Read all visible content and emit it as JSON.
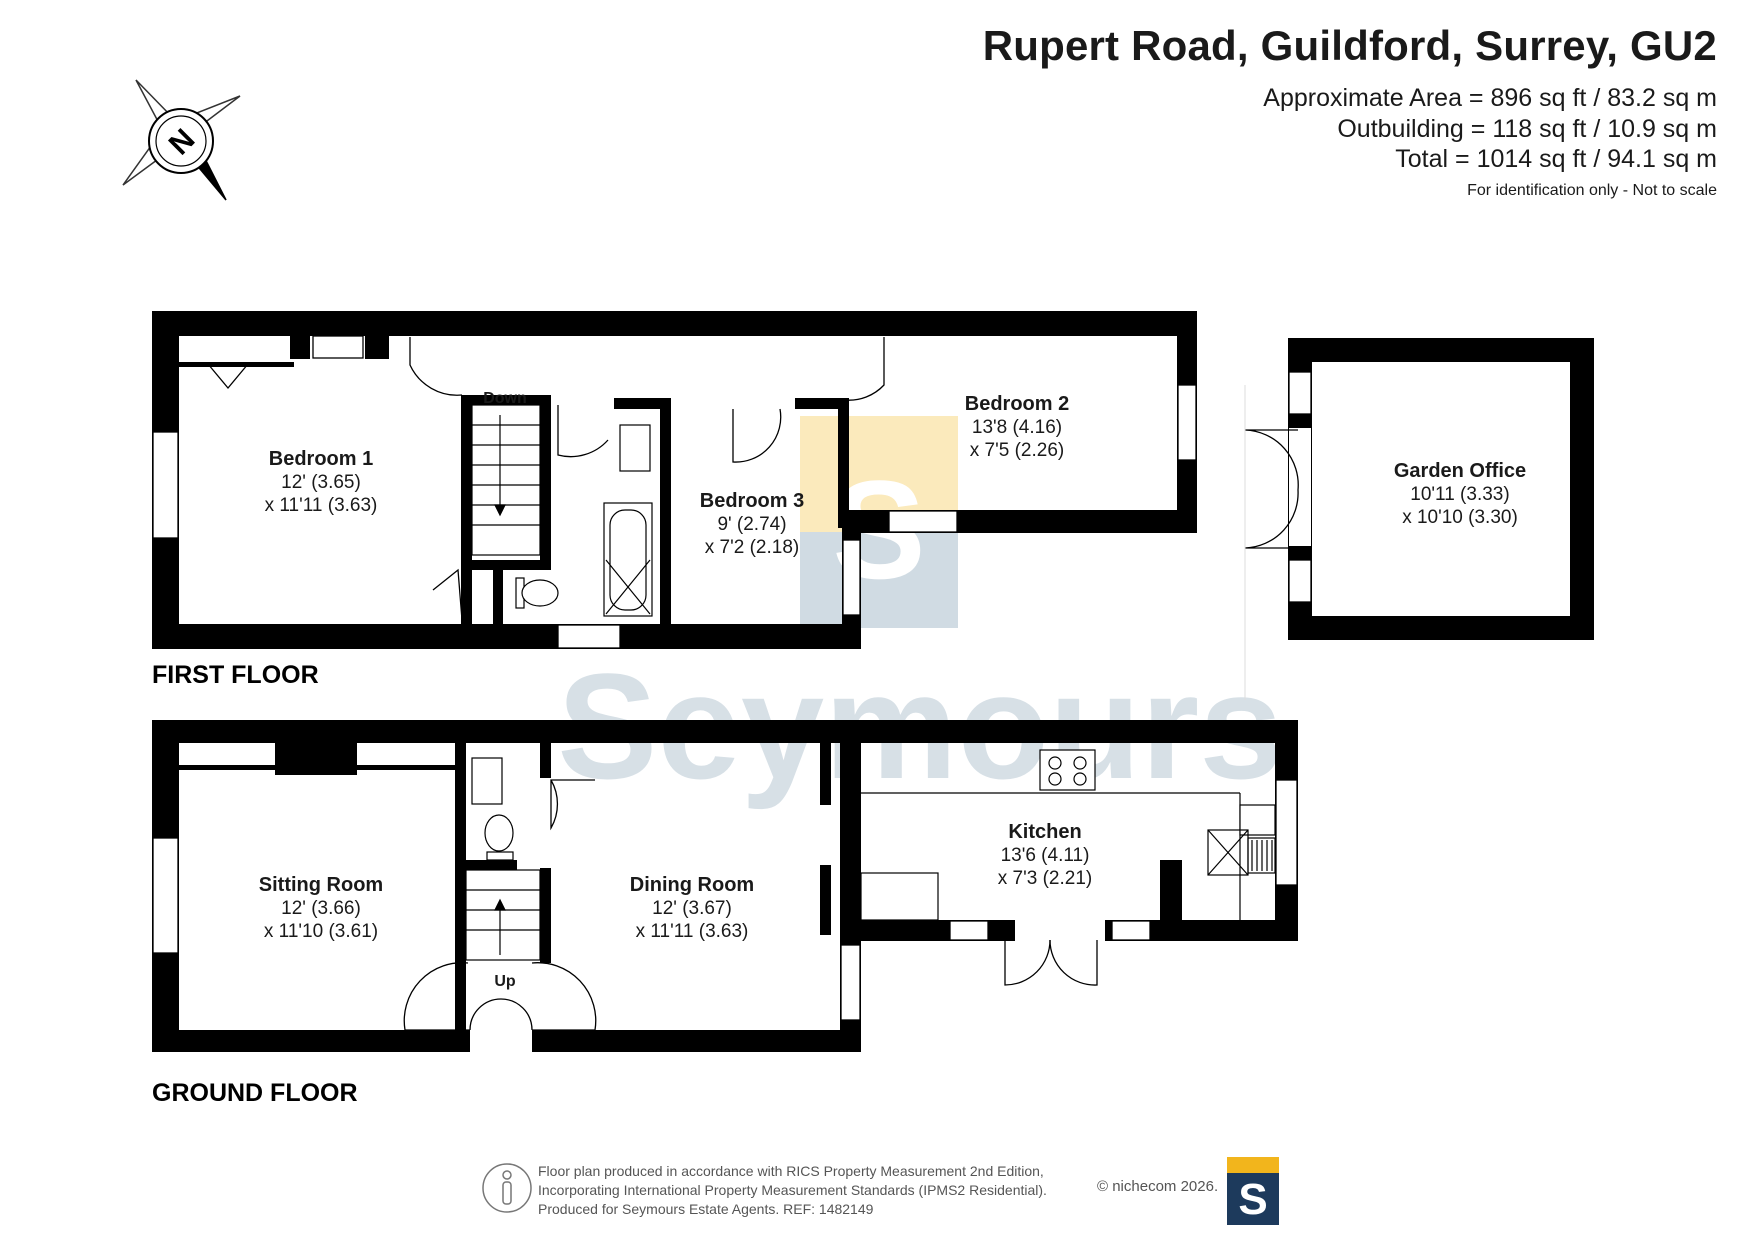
{
  "header": {
    "title": "Rupert Road, Guildford, Surrey, GU2",
    "area_lines": [
      "Approximate Area = 896 sq ft / 83.2 sq m",
      "Outbuilding = 118 sq ft / 10.9 sq m",
      "Total = 1014 sq ft / 94.1 sq m"
    ],
    "note": "For identification only - Not to scale"
  },
  "compass": {
    "letter": "N",
    "icon": "compass-rose-icon"
  },
  "watermark": {
    "text": "Seymours"
  },
  "floors": {
    "first": {
      "label": "FIRST FLOOR",
      "rooms": [
        {
          "name": "Bedroom 1",
          "dim1": "12' (3.65)",
          "dim2": "x 11'11 (3.63)"
        },
        {
          "name": "Bedroom 2",
          "dim1": "13'8 (4.16)",
          "dim2": "x 7'5 (2.26)"
        },
        {
          "name": "Bedroom 3",
          "dim1": "9' (2.74)",
          "dim2": "x 7'2 (2.18)"
        },
        {
          "name": "Garden Office",
          "dim1": "10'11 (3.33)",
          "dim2": "x 10'10 (3.30)"
        }
      ],
      "stair_label": "Down"
    },
    "ground": {
      "label": "GROUND FLOOR",
      "rooms": [
        {
          "name": "Sitting Room",
          "dim1": "12' (3.66)",
          "dim2": "x 11'10 (3.61)"
        },
        {
          "name": "Dining Room",
          "dim1": "12' (3.67)",
          "dim2": "x 11'11 (3.63)"
        },
        {
          "name": "Kitchen",
          "dim1": "13'6 (4.11)",
          "dim2": "x 7'3 (2.21)"
        }
      ],
      "stair_label": "Up"
    }
  },
  "footer": {
    "lines": [
      "Floor plan produced in accordance with RICS Property Measurement 2nd Edition,",
      "Incorporating International Property Measurement Standards (IPMS2 Residential).",
      "Produced for Seymours Estate Agents.   REF: 1482149"
    ],
    "copyright": "© nichecom 2026.",
    "logo_letter": "S"
  },
  "colors": {
    "wall": "#000000",
    "watermark": "#d3dde4",
    "logo_navy": "#1d3a5c",
    "logo_gold": "#f2b51c"
  }
}
